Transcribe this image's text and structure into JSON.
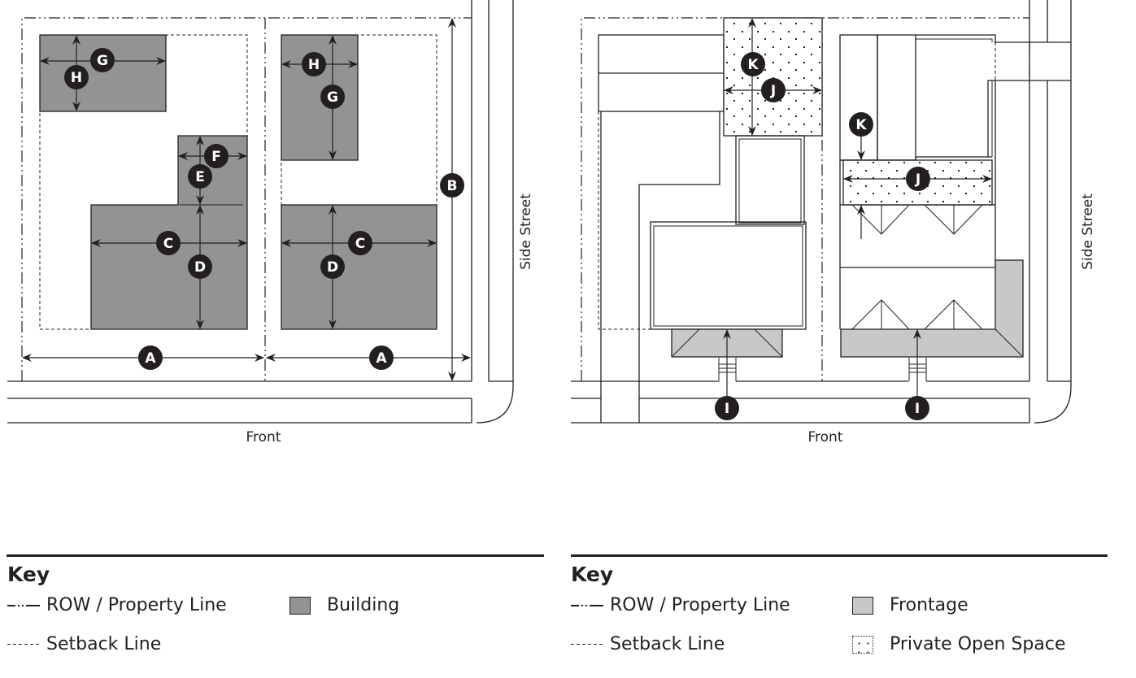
{
  "colors": {
    "ink": "#231f20",
    "building": "#939393",
    "frontage": "#c8c8c8",
    "open_space": "#ffffff"
  },
  "left_diagram": {
    "street_front": "Front",
    "street_side": "Side Street",
    "labels": {
      "A": "A",
      "B": "B",
      "C": "C",
      "D": "D",
      "E": "E",
      "F": "F",
      "G": "G",
      "H": "H"
    }
  },
  "right_diagram": {
    "street_front": "Front",
    "street_side": "Side Street",
    "labels": {
      "I": "I",
      "J": "J",
      "K": "K"
    }
  },
  "left_key": {
    "title": "Key",
    "items": [
      {
        "symbol": "row-line",
        "label": "ROW / Property Line"
      },
      {
        "symbol": "building-swatch",
        "label": "Building"
      },
      {
        "symbol": "setback-line",
        "label": "Setback Line"
      }
    ]
  },
  "right_key": {
    "title": "Key",
    "items": [
      {
        "symbol": "row-line",
        "label": "ROW / Property Line"
      },
      {
        "symbol": "frontage-swatch",
        "label": "Frontage"
      },
      {
        "symbol": "setback-line",
        "label": "Setback Line"
      },
      {
        "symbol": "open-space-swatch",
        "label": "Private Open Space"
      }
    ]
  }
}
